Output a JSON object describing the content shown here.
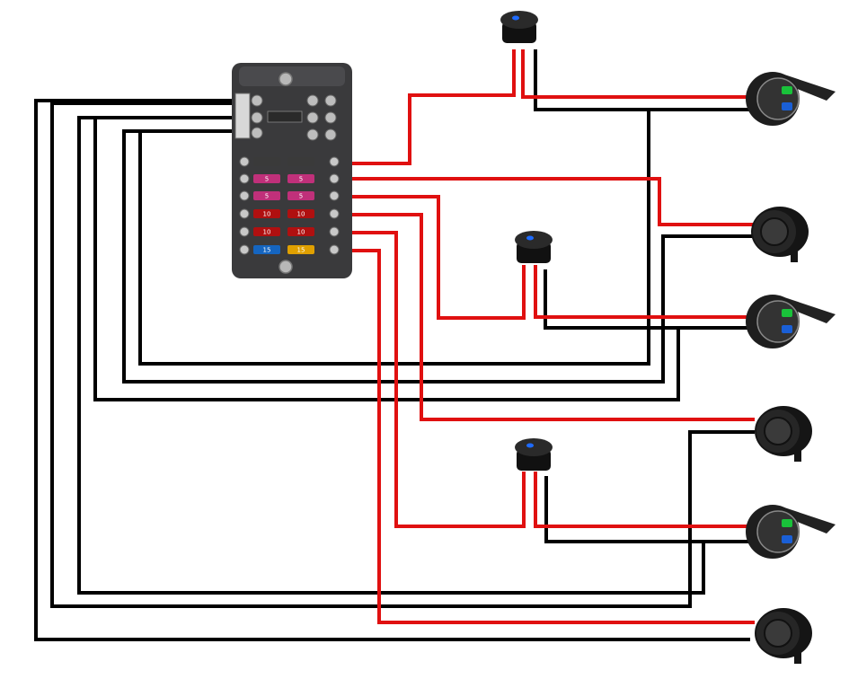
{
  "fuse_block": {
    "left_fuses": [
      "5",
      "5",
      "10",
      "10",
      "15"
    ],
    "right_fuses": [
      "5",
      "5",
      "10",
      "10",
      "15"
    ],
    "fuse_colors": {
      "5": "#c0307a",
      "10": "#b01010",
      "15": "#1565c0",
      "dark": "#3a3a3a",
      "amber": "#e0a000"
    }
  },
  "wires": {
    "positive_color": "#e01010",
    "negative_color": "#000000"
  },
  "devices": [
    "dual-usb-outlet",
    "cigarette-socket",
    "dual-usb-outlet",
    "cigarette-socket",
    "dual-usb-outlet",
    "cigarette-socket"
  ],
  "switches": [
    "rocker-switch-1",
    "rocker-switch-2",
    "rocker-switch-3"
  ]
}
